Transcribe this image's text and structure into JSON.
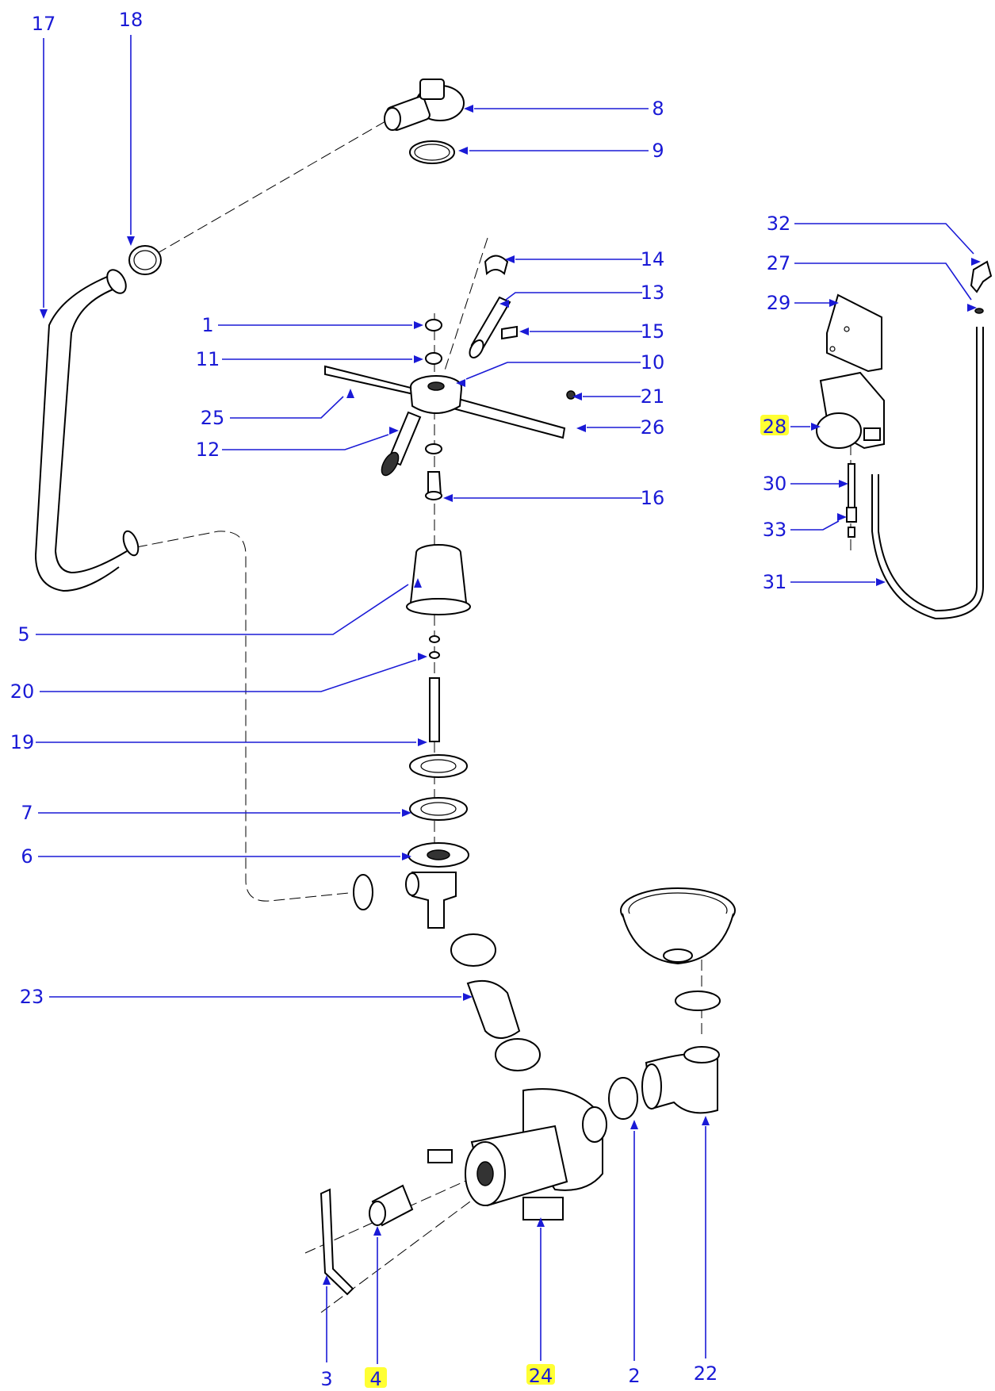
{
  "callouts": [
    {
      "id": "c17",
      "label": "17",
      "highlight": false
    },
    {
      "id": "c18",
      "label": "18",
      "highlight": false
    },
    {
      "id": "c8",
      "label": "8",
      "highlight": false
    },
    {
      "id": "c9",
      "label": "9",
      "highlight": false
    },
    {
      "id": "c14",
      "label": "14",
      "highlight": false
    },
    {
      "id": "c13",
      "label": "13",
      "highlight": false
    },
    {
      "id": "c1",
      "label": "1",
      "highlight": false
    },
    {
      "id": "c15",
      "label": "15",
      "highlight": false
    },
    {
      "id": "c11",
      "label": "11",
      "highlight": false
    },
    {
      "id": "c10",
      "label": "10",
      "highlight": false
    },
    {
      "id": "c21",
      "label": "21",
      "highlight": false
    },
    {
      "id": "c25",
      "label": "25",
      "highlight": false
    },
    {
      "id": "c26",
      "label": "26",
      "highlight": false
    },
    {
      "id": "c12",
      "label": "12",
      "highlight": false
    },
    {
      "id": "c16",
      "label": "16",
      "highlight": false
    },
    {
      "id": "c5",
      "label": "5",
      "highlight": false
    },
    {
      "id": "c20",
      "label": "20",
      "highlight": false
    },
    {
      "id": "c19",
      "label": "19",
      "highlight": false
    },
    {
      "id": "c7",
      "label": "7",
      "highlight": false
    },
    {
      "id": "c6",
      "label": "6",
      "highlight": false
    },
    {
      "id": "c23",
      "label": "23",
      "highlight": false
    },
    {
      "id": "c32",
      "label": "32",
      "highlight": false
    },
    {
      "id": "c27",
      "label": "27",
      "highlight": false
    },
    {
      "id": "c29",
      "label": "29",
      "highlight": false
    },
    {
      "id": "c28",
      "label": "28",
      "highlight": true
    },
    {
      "id": "c30",
      "label": "30",
      "highlight": false
    },
    {
      "id": "c33",
      "label": "33",
      "highlight": false
    },
    {
      "id": "c31",
      "label": "31",
      "highlight": false
    },
    {
      "id": "c3",
      "label": "3",
      "highlight": false
    },
    {
      "id": "c4",
      "label": "4",
      "highlight": true
    },
    {
      "id": "c24",
      "label": "24",
      "highlight": true
    },
    {
      "id": "c2",
      "label": "2",
      "highlight": false
    },
    {
      "id": "c22",
      "label": "22",
      "highlight": false
    }
  ],
  "colors": {
    "leader": "#1a1ad6",
    "highlight": "#ffff33",
    "linework": "#000000"
  }
}
